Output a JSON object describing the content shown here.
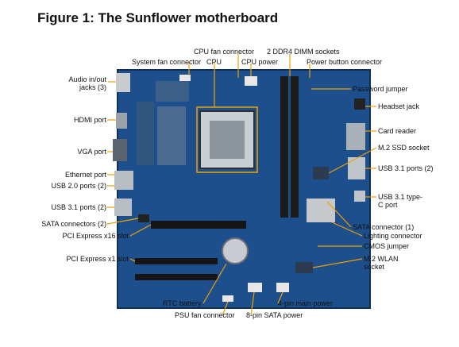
{
  "figure": {
    "title": "Figure 1: The Sunflower motherboard"
  },
  "labels": {
    "system_fan_connector": "System fan connector",
    "cpu_fan_connector": "CPU fan connector",
    "cpu": "CPU",
    "cpu_power": "CPU power",
    "dimm_sockets": "2 DDR4 DIMM sockets",
    "power_button_connector": "Power button connector",
    "audio_jacks": "Audio in/out jacks (3)",
    "password_jumper": "Password jumper",
    "headset_jack": "Headset jack",
    "hdmi_port": "HDMI port",
    "card_reader": "Card reader",
    "vga_port": "VGA port",
    "m2_ssd_socket": "M.2 SSD socket",
    "ethernet_port": "Ethernet port",
    "usb31_ports_right": "USB 3.1 ports (2)",
    "usb20_ports": "USB 2.0 ports (2)",
    "usb31_typec": "USB 3.1 type-C port",
    "usb31_ports_left": "USB 3.1 ports (2)",
    "sata_connectors": "SATA connectors (2)",
    "sata_connector_1": "SATA connector (1)",
    "pcie_x16": "PCI Express x16 slot",
    "lighting_connector": "Lighting connector",
    "cmos_jumper": "CMOS jumper",
    "pcie_x1": "PCI Express x1 slot",
    "m2_wlan": "M.2 WLAN socket",
    "rtc_battery": "RTC battery",
    "main_power": "4-pin main power",
    "psu_fan_connector": "PSU fan connector",
    "sata_power": "8-pin SATA power"
  },
  "colors": {
    "board": "#1c4f8c",
    "leader": "#f0a000"
  }
}
